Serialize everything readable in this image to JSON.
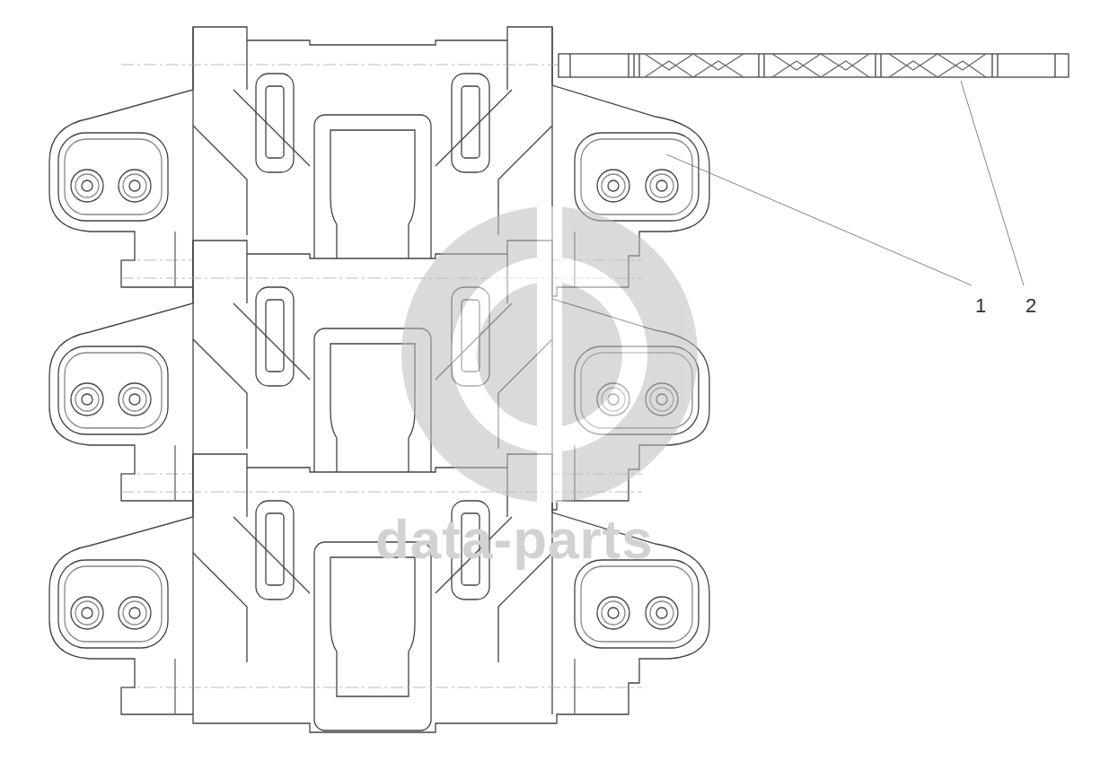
{
  "diagram": {
    "labels": [
      "1",
      "2",
      "data-parts"
    ]
  }
}
